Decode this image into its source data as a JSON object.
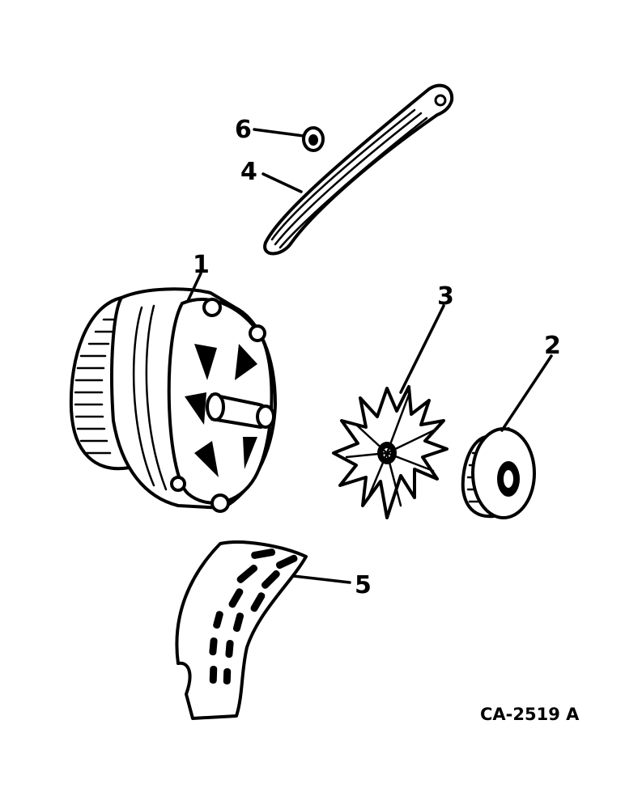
{
  "diagram": {
    "drawing_code": "CA-2519 A",
    "callouts": [
      {
        "id": "1",
        "label": "1",
        "part": "alternator-icon"
      },
      {
        "id": "2",
        "label": "2",
        "part": "pulley-icon"
      },
      {
        "id": "3",
        "label": "3",
        "part": "fan-icon"
      },
      {
        "id": "4",
        "label": "4",
        "part": "adjusting-strap-icon"
      },
      {
        "id": "5",
        "label": "5",
        "part": "shield-plate-icon"
      },
      {
        "id": "6",
        "label": "6",
        "part": "nut-icon"
      }
    ]
  }
}
